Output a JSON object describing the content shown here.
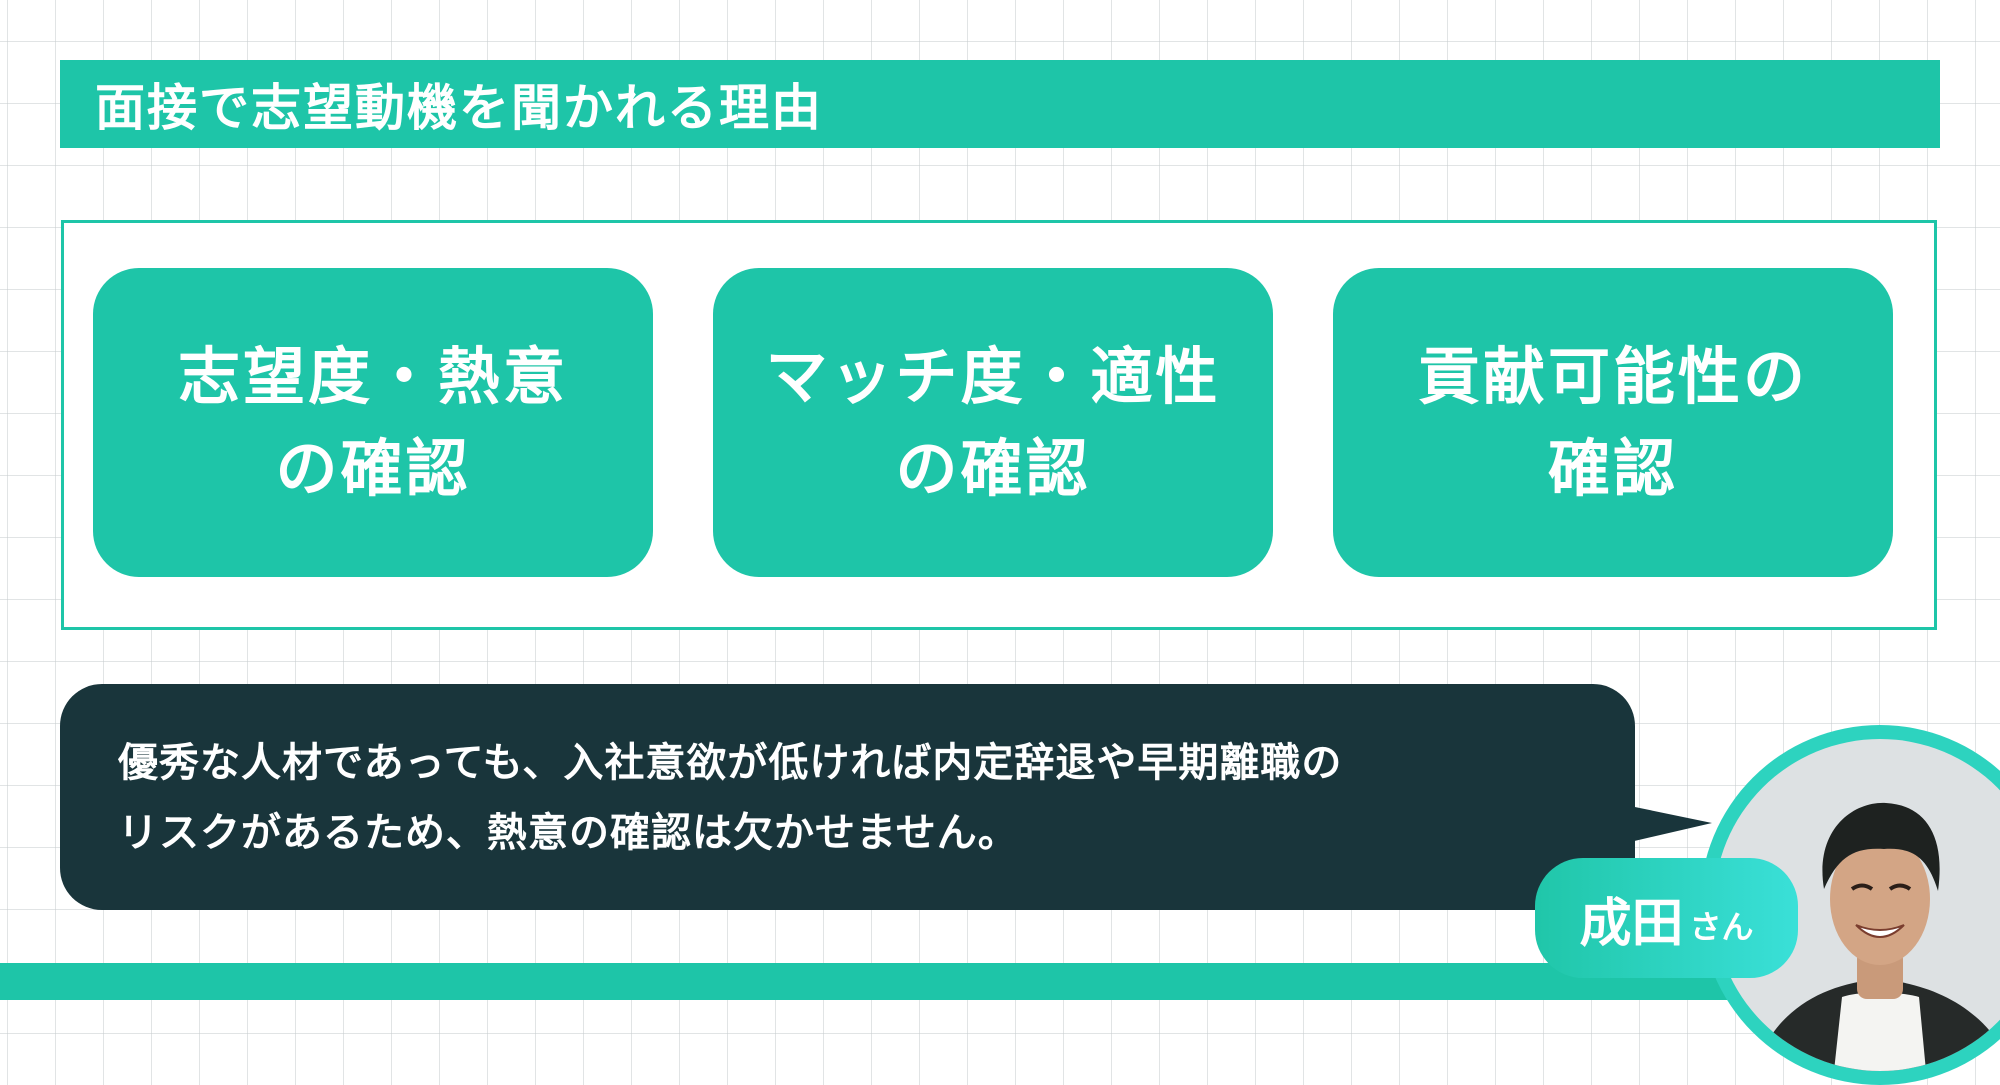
{
  "header": {
    "title": "面接で志望動機を聞かれる理由"
  },
  "reasons": [
    {
      "label": "志望度・熱意\nの確認"
    },
    {
      "label": "マッチ度・適性\nの確認"
    },
    {
      "label": "貢献可能性の\n確認"
    }
  ],
  "comment": {
    "text": "優秀な人材であっても、入社意欲が低ければ内定辞退や早期離職の\nリスクがあるため、熱意の確認は欠かせません。"
  },
  "speaker": {
    "name": "成田",
    "honorific": "さん",
    "avatar_icon": "person-photo"
  },
  "colors": {
    "accent": "#1ec5a8",
    "bubble": "#19353b",
    "text_light": "#ffffff"
  }
}
